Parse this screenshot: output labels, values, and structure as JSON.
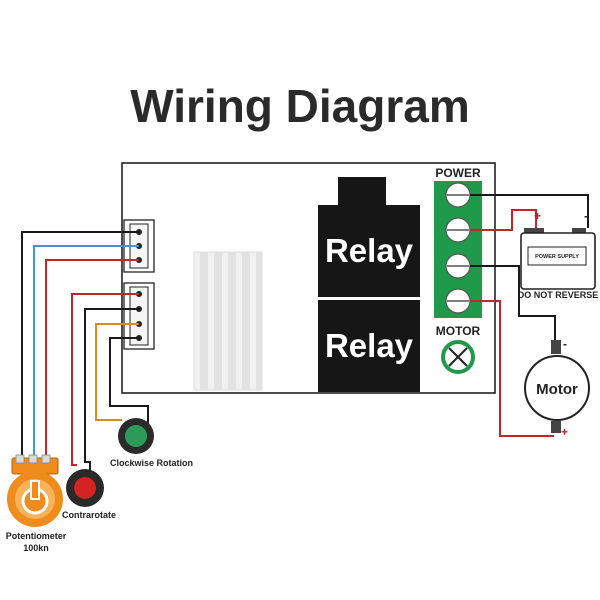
{
  "title": "Wiring Diagram",
  "board": {
    "relay_top_label": "Relay",
    "relay_bottom_label": "Relay",
    "power_label": "POWER",
    "motor_terminal_label": "MOTOR"
  },
  "power_supply": {
    "label": "POWER SUPPLY",
    "warning": "DO NOT REVERSE",
    "positive_sign": "+",
    "negative_sign": "-"
  },
  "motor": {
    "label": "Motor",
    "negative_sign": "-",
    "positive_sign": "+"
  },
  "controls": {
    "clockwise_label": "Clockwise Rotation",
    "contrarotate_label": "Contrarotate",
    "potentiometer_label_line1": "Potentiometer",
    "potentiometer_label_line2": "100kn"
  },
  "colors": {
    "wire_black": "#1a1a1a",
    "wire_blue": "#3b9ad6",
    "wire_red": "#c0262b",
    "wire_orange": "#e08a1e",
    "terminal_green": "#1e9a4a",
    "relay_black": "#161616",
    "button_green": "#2e9a5a",
    "button_red": "#d52222",
    "pot_orange": "#f08c1c"
  }
}
